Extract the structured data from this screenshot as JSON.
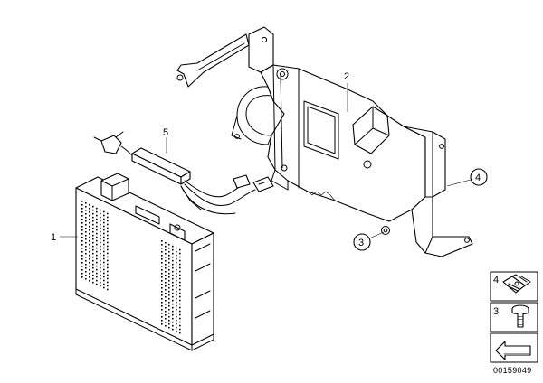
{
  "callouts": [
    {
      "id": "1",
      "label": "1"
    },
    {
      "id": "2",
      "label": "2"
    },
    {
      "id": "3",
      "label": "3"
    },
    {
      "id": "4",
      "label": "4"
    },
    {
      "id": "5",
      "label": "5"
    }
  ],
  "legend": {
    "items": [
      {
        "label": "4",
        "icon": "spring-clip-nut-icon"
      },
      {
        "label": "3",
        "icon": "hex-bolt-icon"
      }
    ],
    "arrow_icon": "direction-arrow-icon"
  },
  "document_number": "00159049"
}
